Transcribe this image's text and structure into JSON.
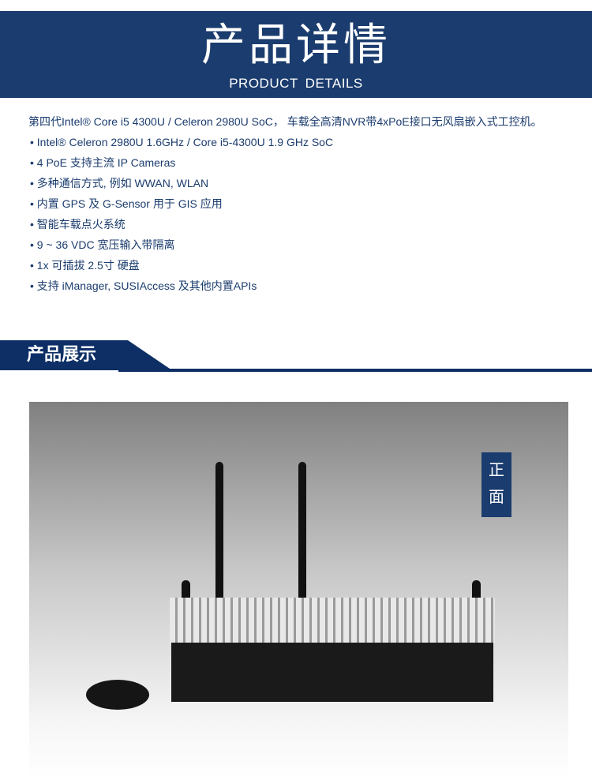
{
  "header": {
    "title_cn": "产品详情",
    "title_en": "PRODUCT  DETAILS"
  },
  "intro": "第四代Intel® Core i5 4300U / Celeron 2980U SoC， 车载全高清NVR带4xPoE接口无风扇嵌入式工控机。",
  "features": [
    "Intel® Celeron 2980U 1.6GHz / Core i5-4300U 1.9 GHz SoC",
    "4 PoE 支持主流 IP Cameras",
    "多种通信方式, 例如 WWAN, WLAN",
    "内置 GPS 及 G-Sensor 用于 GIS 应用",
    "智能车载点火系统",
    "9 ~ 36 VDC 宽压输入带隔离",
    "1x 可插拔 2.5寸 硬盘",
    "支持 iManager, SUSIAccess 及其他内置APIs"
  ],
  "section": {
    "title": "产品展示"
  },
  "photo": {
    "tag": "正面"
  },
  "colors": {
    "brand": "#1b3c6e",
    "section": "#0d2f66"
  }
}
